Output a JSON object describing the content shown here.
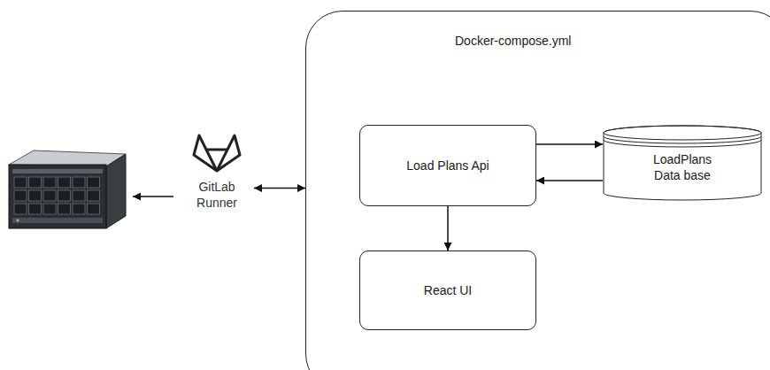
{
  "diagram": {
    "nodes": [
      {
        "text": [
          "GitLab Runner"
        ]
      },
      {
        "text": [
          "Docker-compose.yml"
        ]
      },
      {
        "text": [
          "Load Plans Api"
        ],
        "in": 1
      },
      {
        "text": [
          "LoadPlans Data base"
        ],
        "in": 1
      },
      {
        "text": [
          "React UI"
        ],
        "in": 1
      }
    ],
    "edges": [
      {
        "from": 0,
        "to": 1,
        "arrow": "both"
      },
      {
        "from": 2,
        "to": 3,
        "arrow": "to"
      },
      {
        "from": 3,
        "to": 2,
        "arrow": "to"
      },
      {
        "from": 2,
        "to": 4,
        "arrow": "to"
      }
    ]
  }
}
